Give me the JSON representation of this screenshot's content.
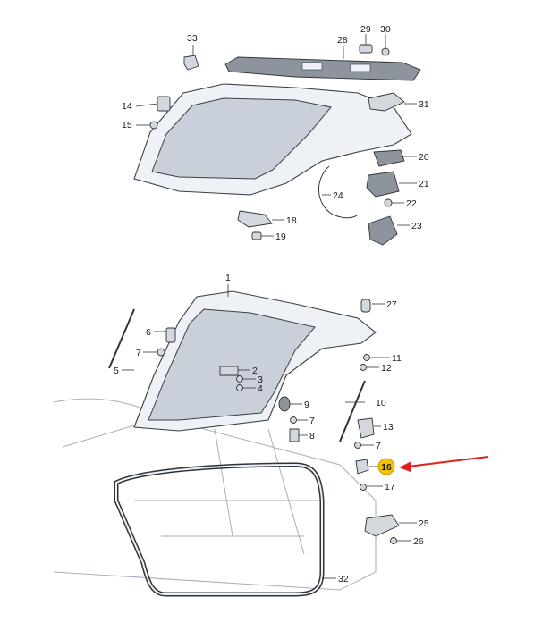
{
  "diagram": {
    "highlight_color": "#f5c200",
    "arrow_color": "#e0201b",
    "highlighted_part": "16",
    "callouts": {
      "c1": "1",
      "c2": "2",
      "c3": "3",
      "c4": "4",
      "c5": "5",
      "c6": "6",
      "c7a": "7",
      "c7b": "7",
      "c7c": "7",
      "c8": "8",
      "c9": "9",
      "c10": "10",
      "c11": "11",
      "c12": "12",
      "c13": "13",
      "c14": "14",
      "c15": "15",
      "c16": "16",
      "c17": "17",
      "c18": "18",
      "c19": "19",
      "c20": "20",
      "c21": "21",
      "c22": "22",
      "c23": "23",
      "c24": "24",
      "c25": "25",
      "c26": "26",
      "c27": "27",
      "c28": "28",
      "c29": "29",
      "c30": "30",
      "c31": "31",
      "c32": "32",
      "c33": "33"
    }
  }
}
